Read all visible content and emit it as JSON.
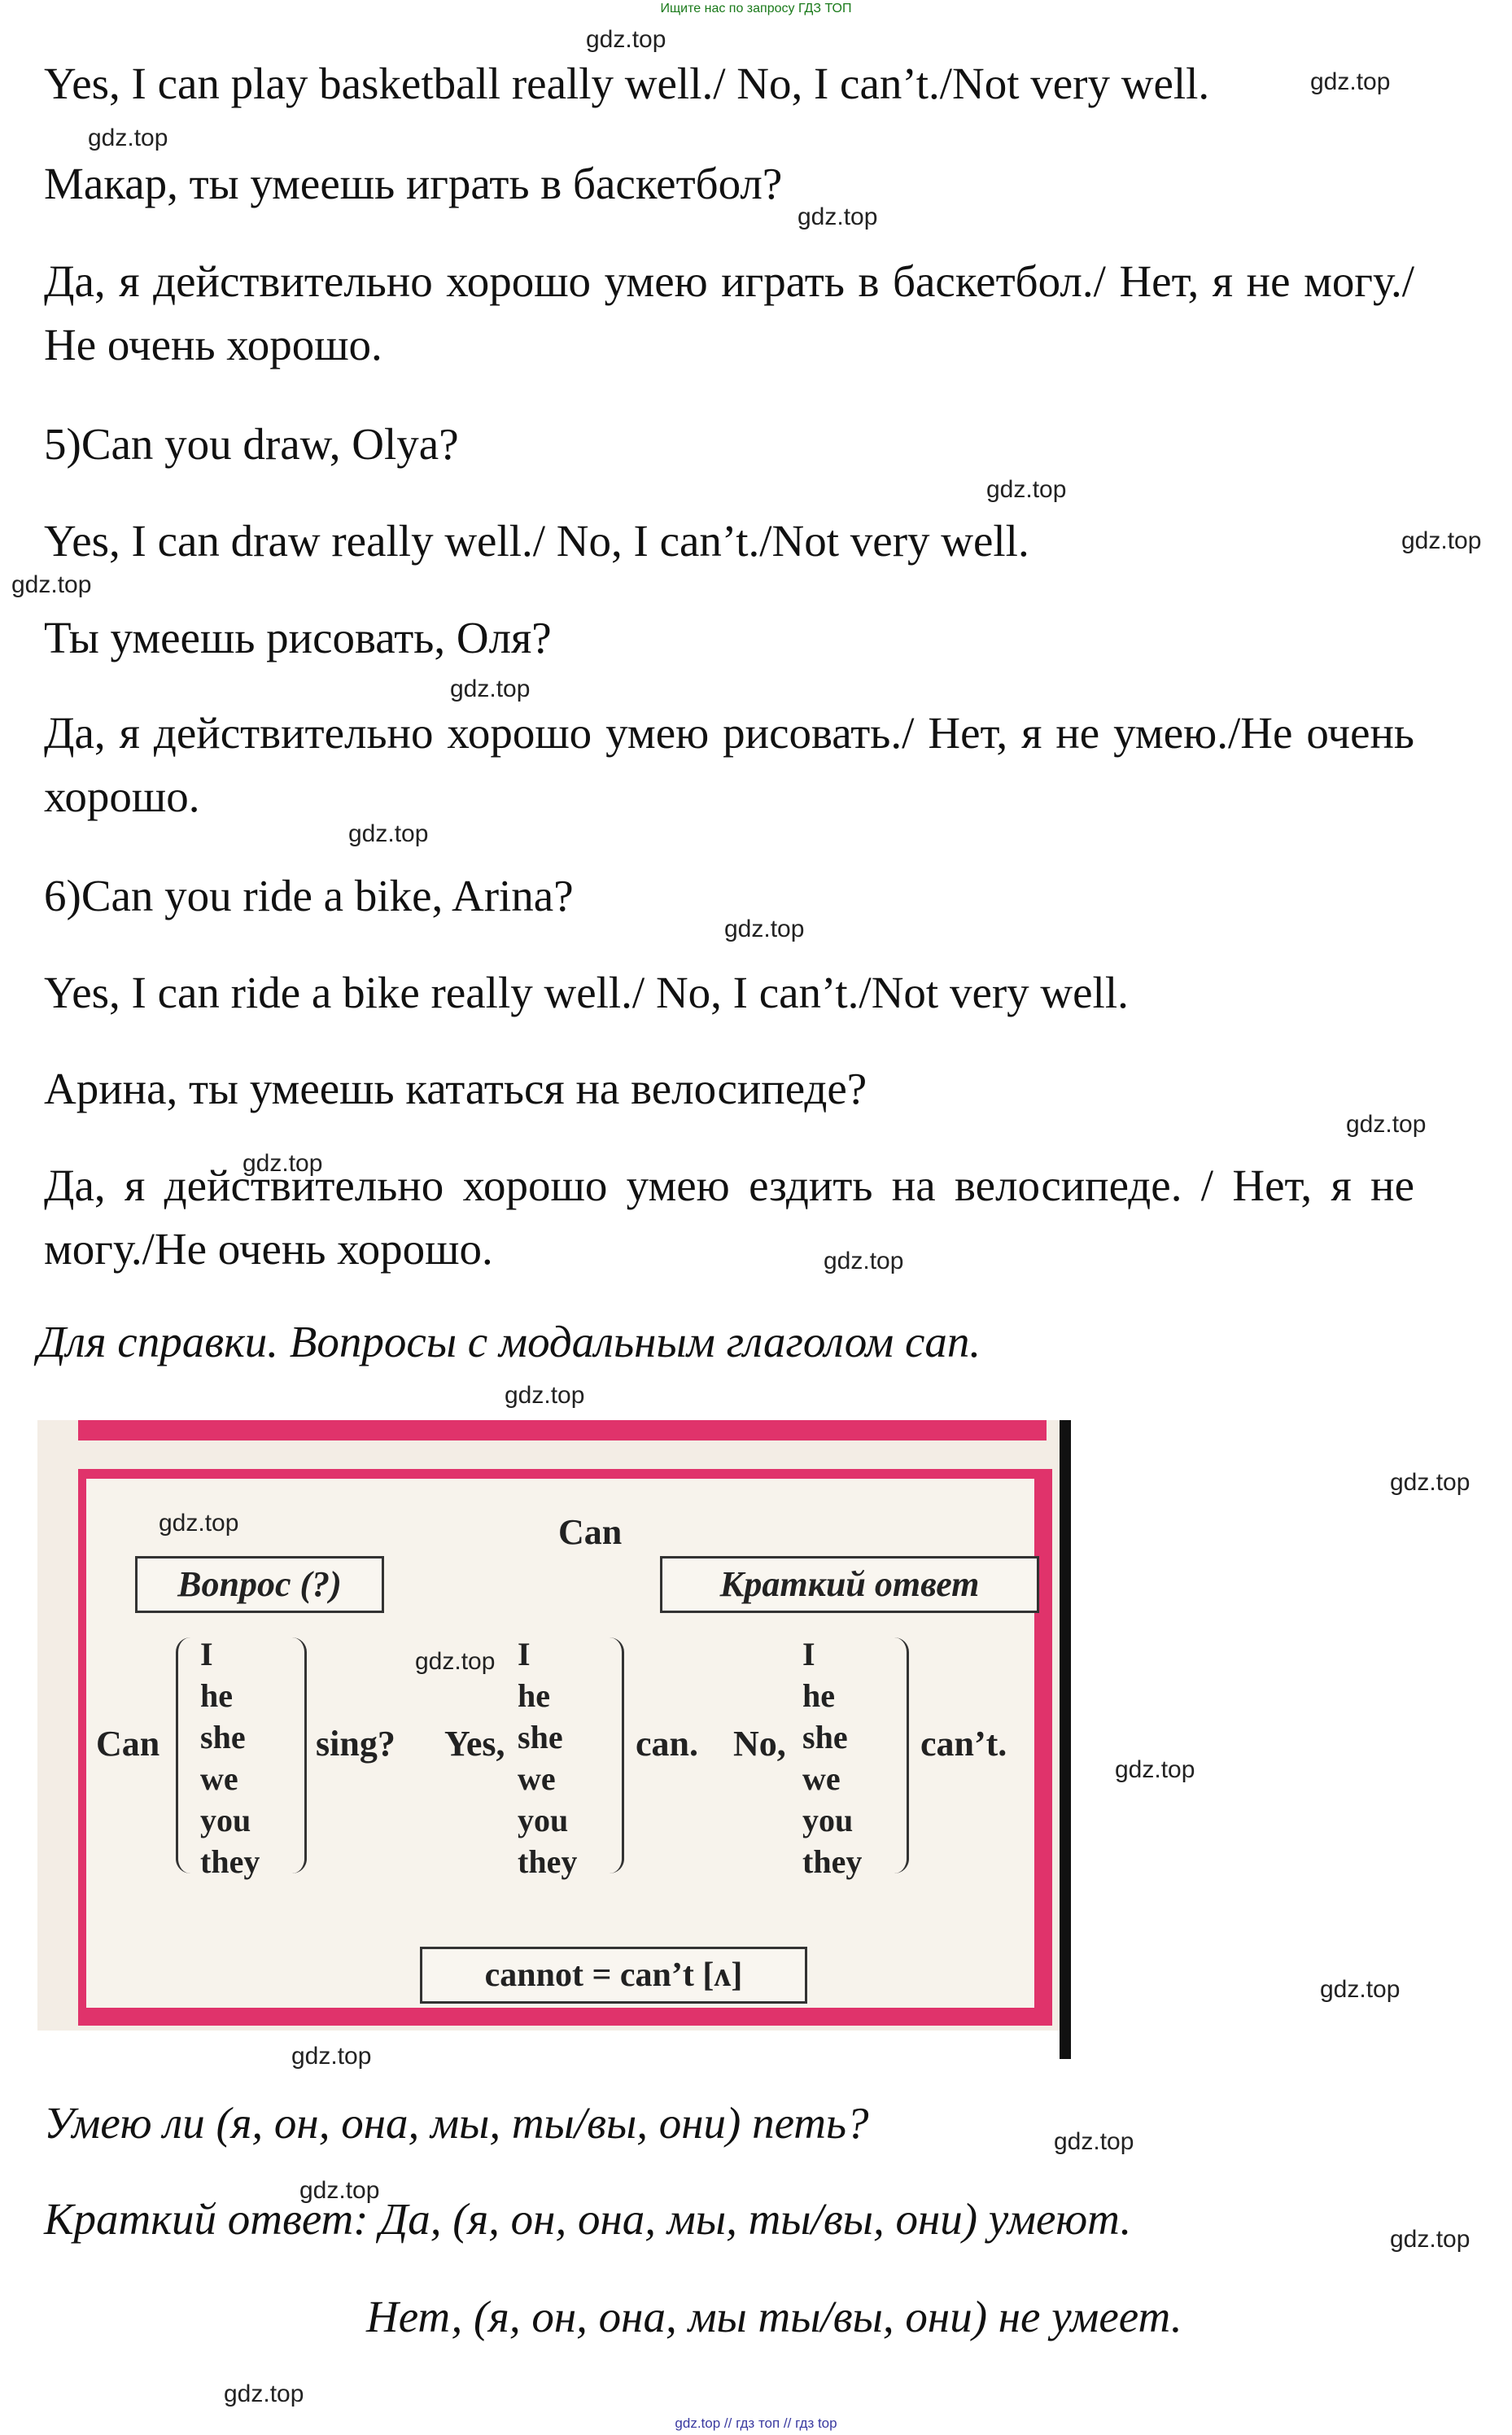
{
  "header_note": "Ищите нас по запросу ГДЗ ТОП",
  "footer_note": "gdz.top // гдз топ // гдз top",
  "watermark": "gdz.top",
  "lines": [
    "Yes, I can play basketball really well./ No, I can’t./Not very well.",
    "Макар, ты умеешь играть в баскетбол?",
    "Да, я действительно хорошо умею играть в баскетбол./ Нет, я не могу./Не очень хорошо.",
    "5)Can you draw, Olya?",
    "Yes, I can draw really well./ No, I can’t./Not very well.",
    "Ты умеешь рисовать, Оля?",
    "Да, я действительно хорошо умею рисовать./ Нет, я не умею./Не очень хорошо.",
    "6)Can you ride a bike, Arina?",
    "Yes, I can ride a bike really well./ No, I can’t./Not very well.",
    "Арина, ты умеешь кататься на велосипеде?",
    "Да, я действительно хорошо умею ездить на велосипеде. / Нет, я не могу./Не очень хорошо."
  ],
  "reference_title": "Для справки. Вопросы с модальным глаголом can.",
  "figure": {
    "title": "Can",
    "question_label": "Вопрос (?)",
    "short_answer_label": "Краткий ответ",
    "can_word": "Can",
    "sing_word": "sing?",
    "yes_word": "Yes,",
    "can_period": "can.",
    "no_word": "No,",
    "cant_word": "can’t.",
    "pronouns": [
      "I",
      "he",
      "she",
      "we",
      "you",
      "they"
    ],
    "formula": "cannot = can’t [ʌ]"
  },
  "translation": {
    "question": "Умею ли (я, он, она, мы, ты/вы, они) петь?",
    "short_answer": "Краткий ответ: Да, (я, он, она, мы, ты/вы, они) умеют.",
    "negative": "Нет, (я, он, она, мы ты/вы, они) не умеет."
  }
}
